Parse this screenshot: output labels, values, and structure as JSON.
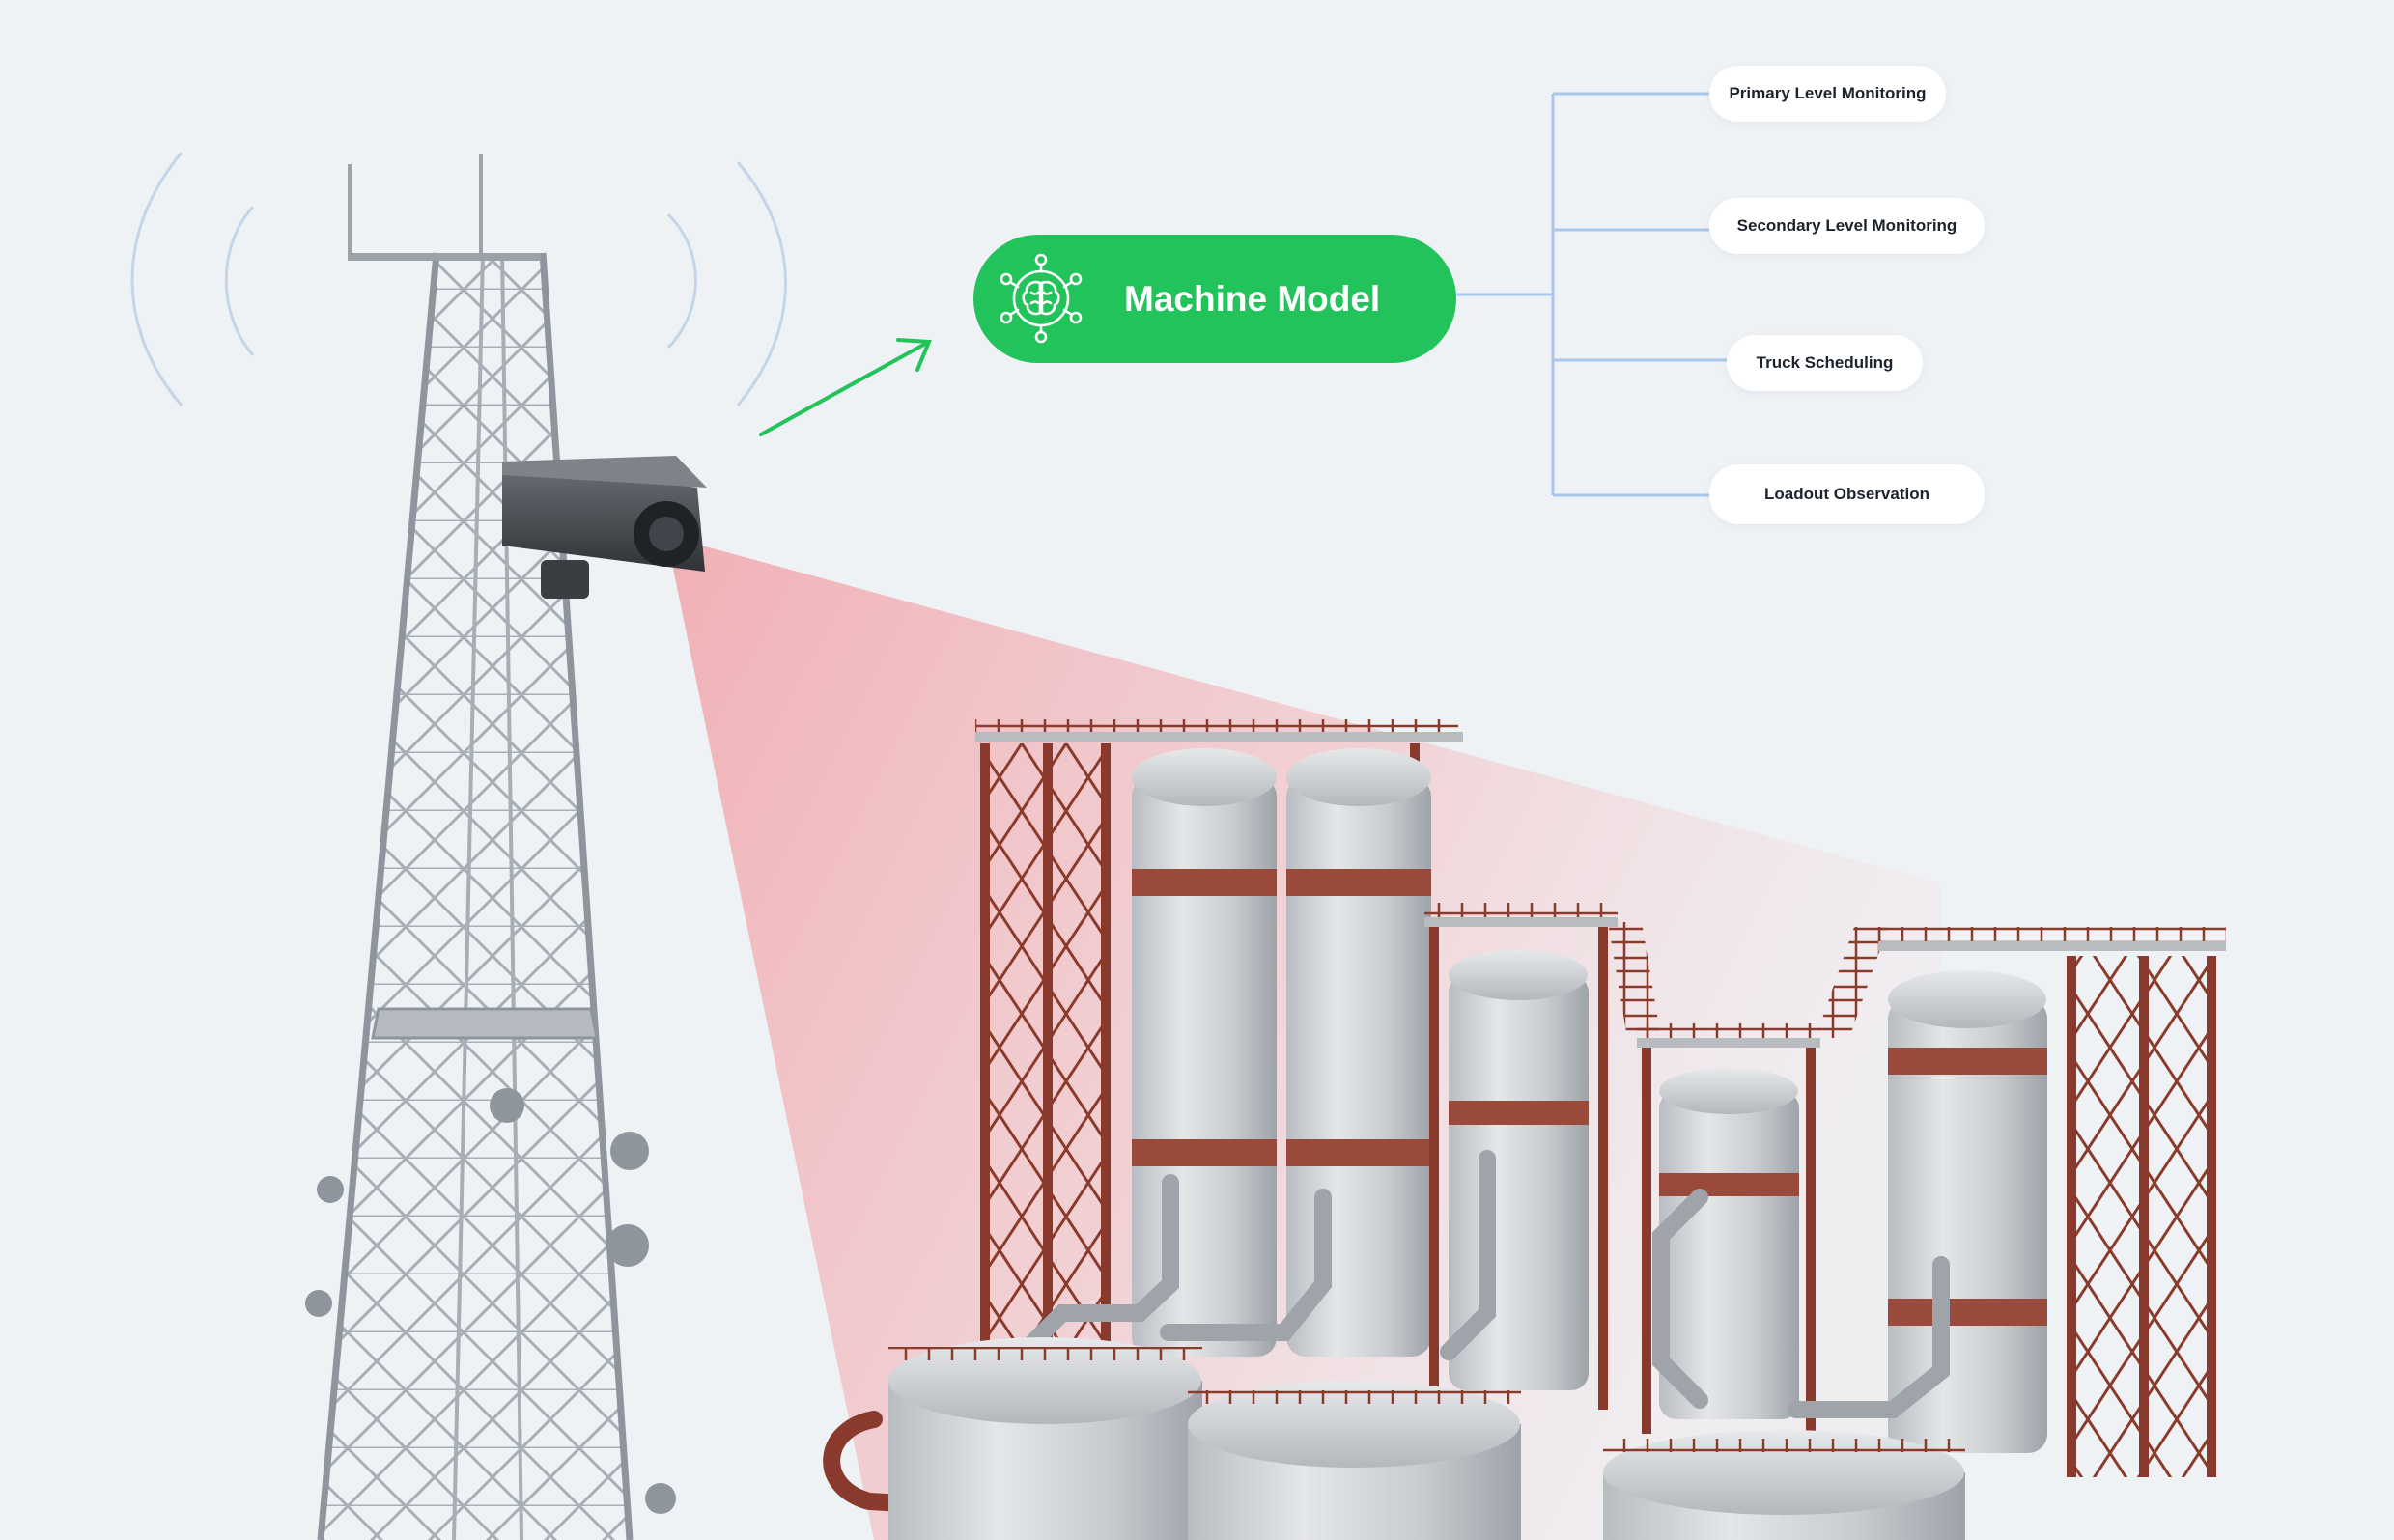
{
  "model": {
    "label": "Machine Model",
    "icon": "brain-network-icon",
    "color": "#22c35a"
  },
  "outputs": [
    "Primary Level Monitoring",
    "Secondary Level Monitoring",
    "Truck Scheduling",
    "Loadout Observation"
  ],
  "colors": {
    "background": "#eef2f5",
    "connector": "#a9c7ea",
    "camera_cone": "#f2a3a8",
    "arrow": "#22c35a",
    "tower": "#9aa3ad",
    "rust": "#8a3a2c",
    "tank": "#c9ccd0"
  },
  "icons": {
    "camera": "security-camera-icon",
    "tower": "lattice-tower-icon",
    "signal": "wireless-signal-icon"
  }
}
